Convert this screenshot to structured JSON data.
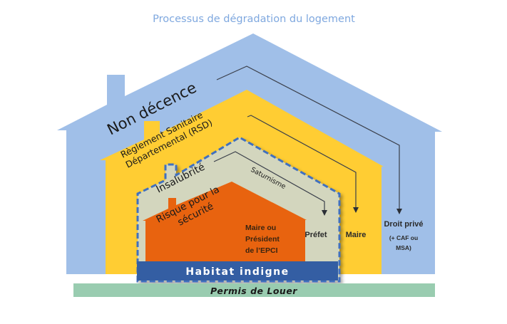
{
  "title": "Processus de dégradation du logement",
  "layers": [
    {
      "id": "non-decence",
      "label": "Non décence",
      "authority": "Droit privé",
      "authority_note_line1": "(+ CAF ou",
      "authority_note_line2": "MSA)",
      "color": "#a0bfe8"
    },
    {
      "id": "rsd",
      "label_line1": "Règlement Sanitaire",
      "label_line2": "Départemental (RSD)",
      "authority": "Maire",
      "color": "#ffcd33"
    },
    {
      "id": "insalubrite",
      "label": "Insalubrité",
      "sublabel": "Saturnisme",
      "authority": "Préfet",
      "color": "#d3d6be",
      "border_color": "#3f6fbf"
    },
    {
      "id": "securite",
      "label_line1": "Risque pour la",
      "label_line2": "sécurité",
      "authority_line1": "Maire ou",
      "authority_line2": "Président",
      "authority_line3": "de l’EPCI",
      "color": "#e8630f"
    }
  ],
  "banners": {
    "habitat_indigne": {
      "label": "Habitat indigne",
      "color": "#345ea3"
    },
    "permis_de_louer": {
      "label": "Permis de Louer",
      "color": "#99ccb0"
    }
  },
  "colors": {
    "arrow": "#3a3f4a",
    "title": "#7fa8df"
  }
}
